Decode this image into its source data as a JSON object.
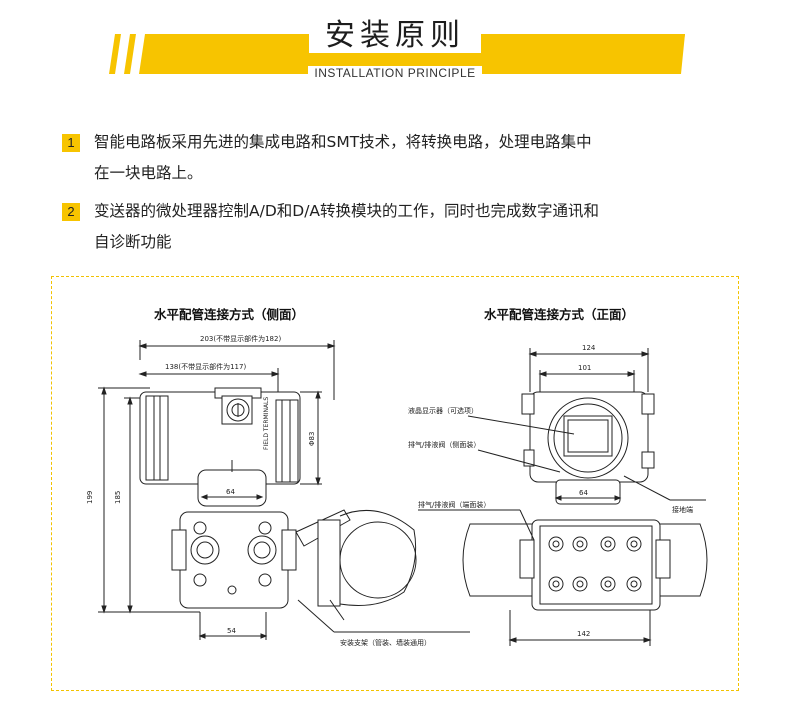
{
  "header": {
    "title": "安装原则",
    "subtitle": "INSTALLATION PRINCIPLE",
    "accent_color": "#f7c400"
  },
  "points": [
    {
      "num": "1",
      "line1": "智能电路板采用先进的集成电路和SMT技术，将转换电路，处理电路集中",
      "line2": "在一块电路上。"
    },
    {
      "num": "2",
      "line1": "变送器的微处理器控制A/D和D/A转换模块的工作，同时也完成数字通讯和",
      "line2": "自诊断功能"
    }
  ],
  "diagram": {
    "border_color": "#f2c200",
    "side": {
      "title": "水平配管连接方式（侧面）",
      "dim_203": "203(不带显示部件为182)",
      "dim_138": "138(不带显示部件为117)",
      "dim_199": "199",
      "dim_185": "185",
      "dim_83": "Φ83",
      "dim_64": "64",
      "dim_54": "54",
      "terminal_text": "FIELD TERMINALS",
      "bracket_label": "安装支架（管装、墙装通用）"
    },
    "front": {
      "title": "水平配管连接方式（正面）",
      "dim_124": "124",
      "dim_101": "101",
      "dim_64": "64",
      "dim_142": "142",
      "lcd_label": "液晶显示器（可选项）",
      "vent_side_label": "排气/排液阀（侧面装）",
      "vent_end_label": "排气/排液阀（端面装）",
      "ground_label": "接地端"
    }
  }
}
